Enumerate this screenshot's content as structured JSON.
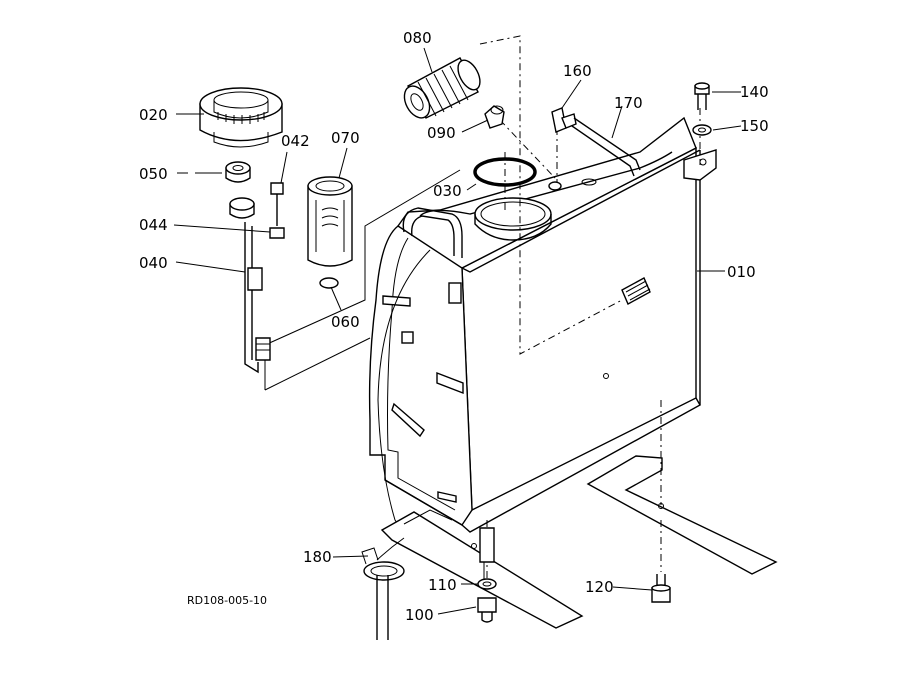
{
  "drawing_number": "RD108-005-10",
  "parts": [
    {
      "id": "p010",
      "label": "010"
    },
    {
      "id": "p020",
      "label": "020"
    },
    {
      "id": "p030",
      "label": "030"
    },
    {
      "id": "p040",
      "label": "040"
    },
    {
      "id": "p042",
      "label": "042"
    },
    {
      "id": "p044",
      "label": "044"
    },
    {
      "id": "p050",
      "label": "050"
    },
    {
      "id": "p060",
      "label": "060"
    },
    {
      "id": "p070",
      "label": "070"
    },
    {
      "id": "p080",
      "label": "080"
    },
    {
      "id": "p090",
      "label": "090"
    },
    {
      "id": "p100",
      "label": "100"
    },
    {
      "id": "p110",
      "label": "110"
    },
    {
      "id": "p120",
      "label": "120"
    },
    {
      "id": "p140",
      "label": "140"
    },
    {
      "id": "p150",
      "label": "150"
    },
    {
      "id": "p160",
      "label": "160"
    },
    {
      "id": "p170",
      "label": "170"
    },
    {
      "id": "p180",
      "label": "180"
    }
  ]
}
